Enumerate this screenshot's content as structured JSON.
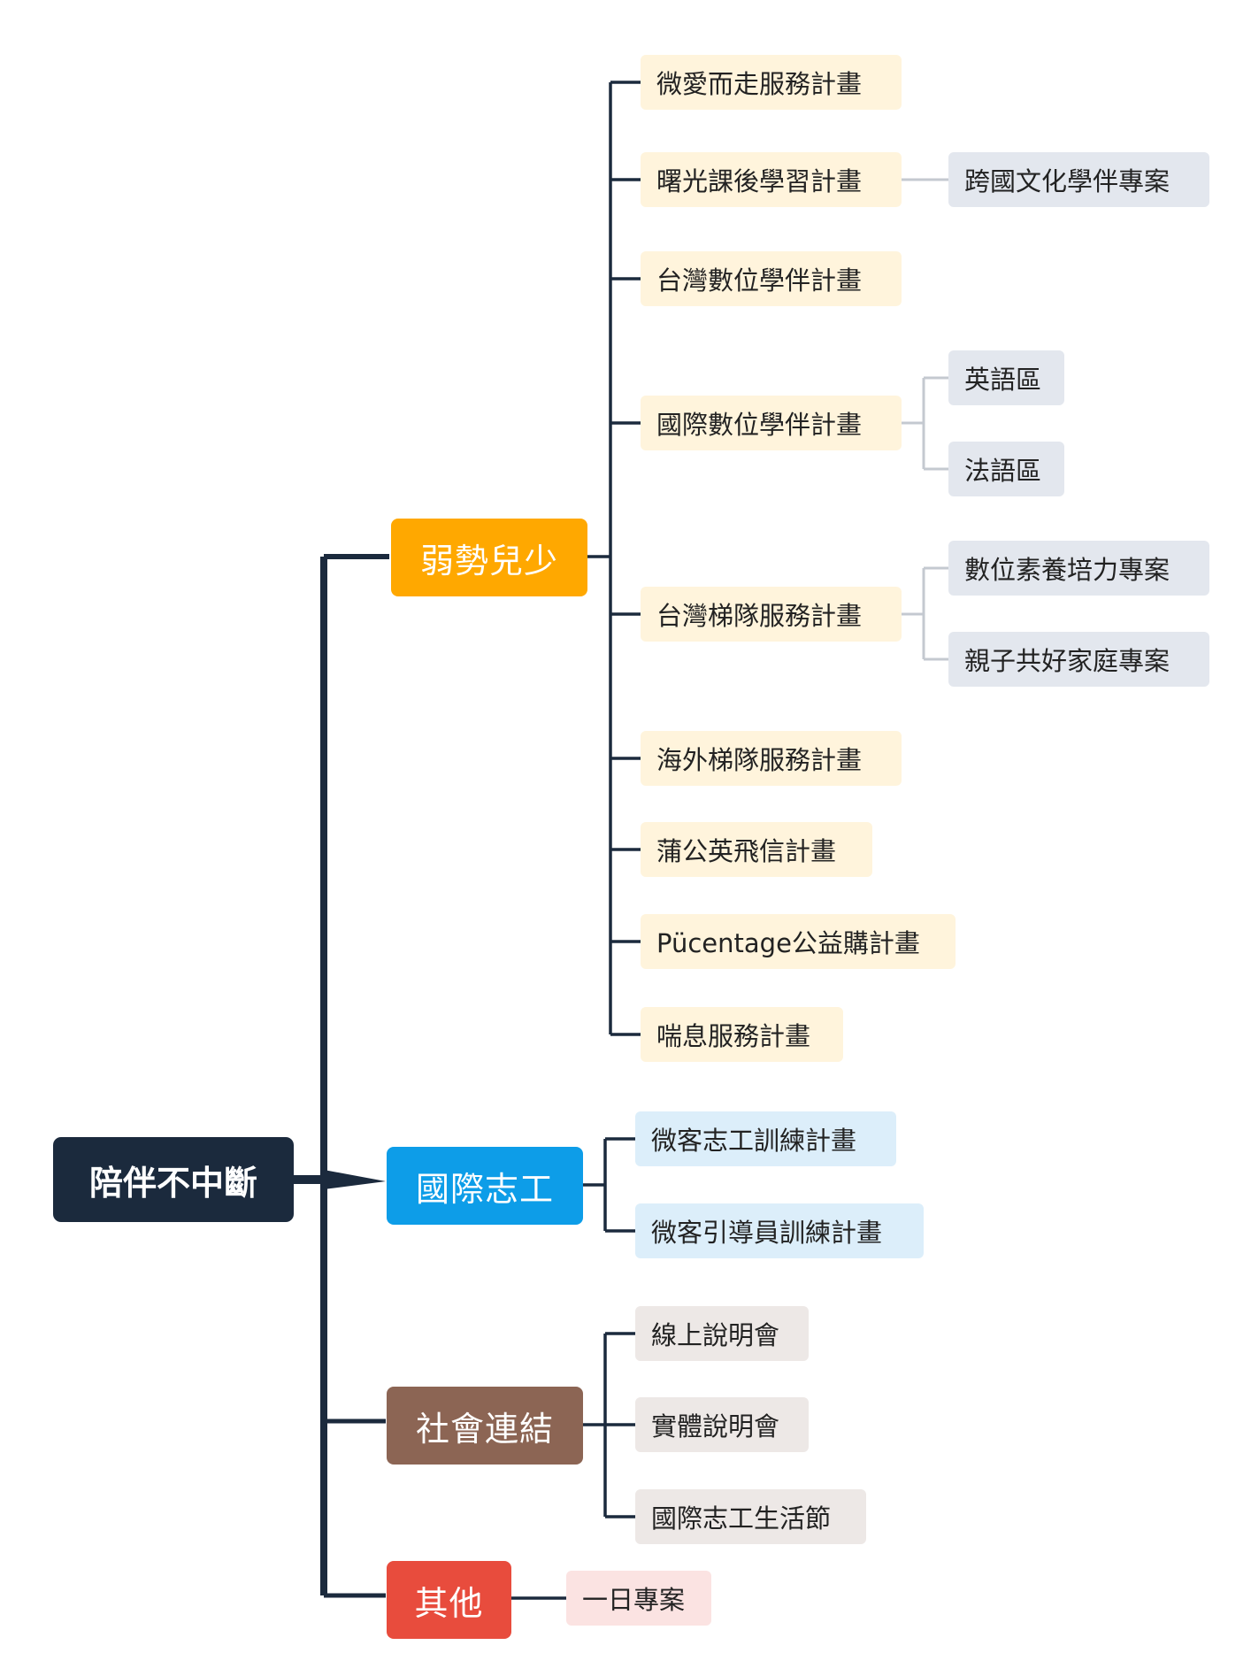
{
  "root": {
    "label": "陪伴不中斷"
  },
  "branches": [
    {
      "label": "弱勢兒少",
      "color": "#ffa800",
      "leaf_bg": "#fff4dc",
      "children": [
        {
          "label": "微愛而走服務計畫",
          "children": []
        },
        {
          "label": "曙光課後學習計畫",
          "children": [
            "跨國文化學伴專案"
          ]
        },
        {
          "label": "台灣數位學伴計畫",
          "children": []
        },
        {
          "label": "國際數位學伴計畫",
          "children": [
            "英語區",
            "法語區"
          ]
        },
        {
          "label": "台灣梯隊服務計畫",
          "children": [
            "數位素養培力專案",
            "親子共好家庭專案"
          ]
        },
        {
          "label": "海外梯隊服務計畫",
          "children": []
        },
        {
          "label": "蒲公英飛信計畫",
          "children": []
        },
        {
          "label": "Pücentage公益購計畫",
          "children": []
        },
        {
          "label": "喘息服務計畫",
          "children": []
        }
      ]
    },
    {
      "label": "國際志工",
      "color": "#0d9de8",
      "leaf_bg": "#dceefa",
      "children": [
        {
          "label": "微客志工訓練計畫",
          "children": []
        },
        {
          "label": "微客引導員訓練計畫",
          "children": []
        }
      ]
    },
    {
      "label": "社會連結",
      "color": "#8c6554",
      "leaf_bg": "#ede8e6",
      "children": [
        {
          "label": "線上說明會",
          "children": []
        },
        {
          "label": "實體說明會",
          "children": []
        },
        {
          "label": "國際志工生活節",
          "children": []
        }
      ]
    },
    {
      "label": "其他",
      "color": "#e84c3d",
      "leaf_bg": "#fbe3e2",
      "children": [
        {
          "label": "一日專案",
          "children": []
        }
      ]
    }
  ],
  "colors": {
    "root_bg": "#1b2a3d",
    "connector_dark": "#1b2a3d",
    "connector_light": "#c4c9d0",
    "sub_leaf_bg": "#e3e7ee"
  }
}
